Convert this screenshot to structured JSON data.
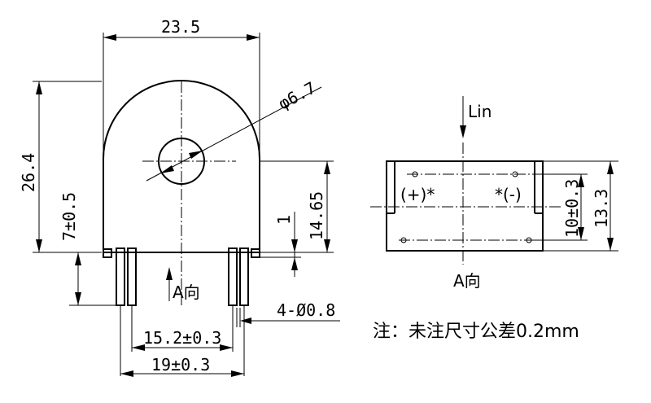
{
  "front_view": {
    "width": "23.5",
    "height": "26.4",
    "hole_diameter": "φ6.7",
    "pin_height": "7±0.5",
    "pin_offset": "1",
    "center_height": "14.65",
    "pin_diameter": "4-Ø0.8",
    "pin_pitch_inner": "15.2±0.3",
    "pin_pitch_outer": "19±0.3",
    "direction_label": "A向"
  },
  "side_view": {
    "current_label": "Lin",
    "positive_mark": "(+)*",
    "negative_mark": "*(-)",
    "pin_spacing": "10±0.3",
    "height": "13.3",
    "direction_label": "A向"
  },
  "note": "注：未注尺寸公差0.2mm"
}
